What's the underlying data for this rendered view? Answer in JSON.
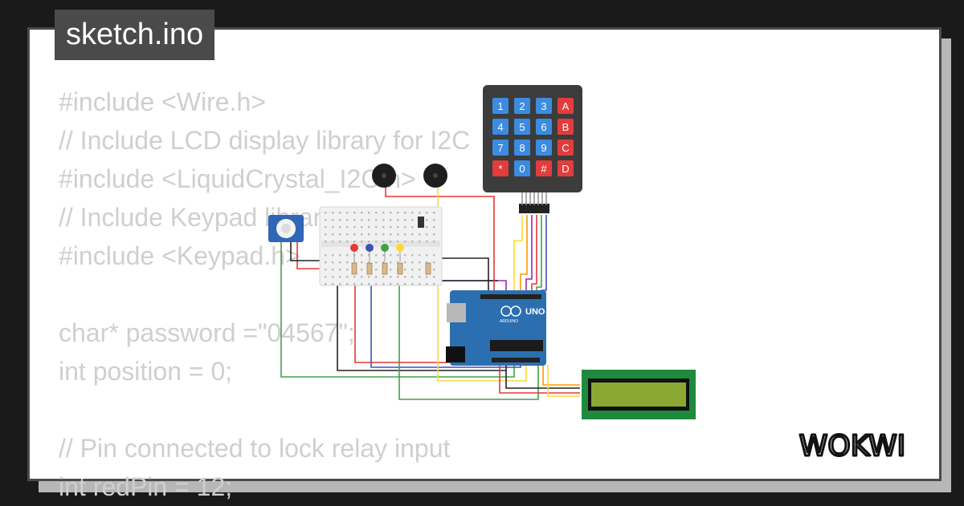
{
  "editor": {
    "filename": "sketch.ino",
    "code_lines": [
      "#include <Wire.h>",
      "// Include LCD display library for I2C",
      "#include <LiquidCrystal_I2C.h>",
      "// Include Keypad library",
      "#include <Keypad.h>",
      "",
      "char* password =\"04567\";",
      "int position = 0;",
      "",
      "// Pin connected to lock relay input",
      "int redPin = 12;"
    ]
  },
  "brand": {
    "logo_text": "WOKWI"
  },
  "circuit": {
    "keypad_keys": [
      "1",
      "2",
      "3",
      "A",
      "4",
      "5",
      "6",
      "B",
      "7",
      "8",
      "9",
      "C",
      "*",
      "0",
      "#",
      "D"
    ],
    "arduino_label": "UNO",
    "arduino_sublabel": "ARDUINO",
    "led_colors": [
      "#e53935",
      "#3f51b5",
      "#43a047",
      "#fdd835"
    ]
  },
  "colors": {
    "card_border": "#4a4a4a",
    "code_text": "#cfcfcf",
    "arduino_blue": "#2b6fb0",
    "keypad_body": "#3c3c3c",
    "key_blue": "#3b8be0",
    "key_red": "#e23c3c",
    "lcd_green": "#1f8a3b",
    "lcd_screen": "#8aa832"
  }
}
